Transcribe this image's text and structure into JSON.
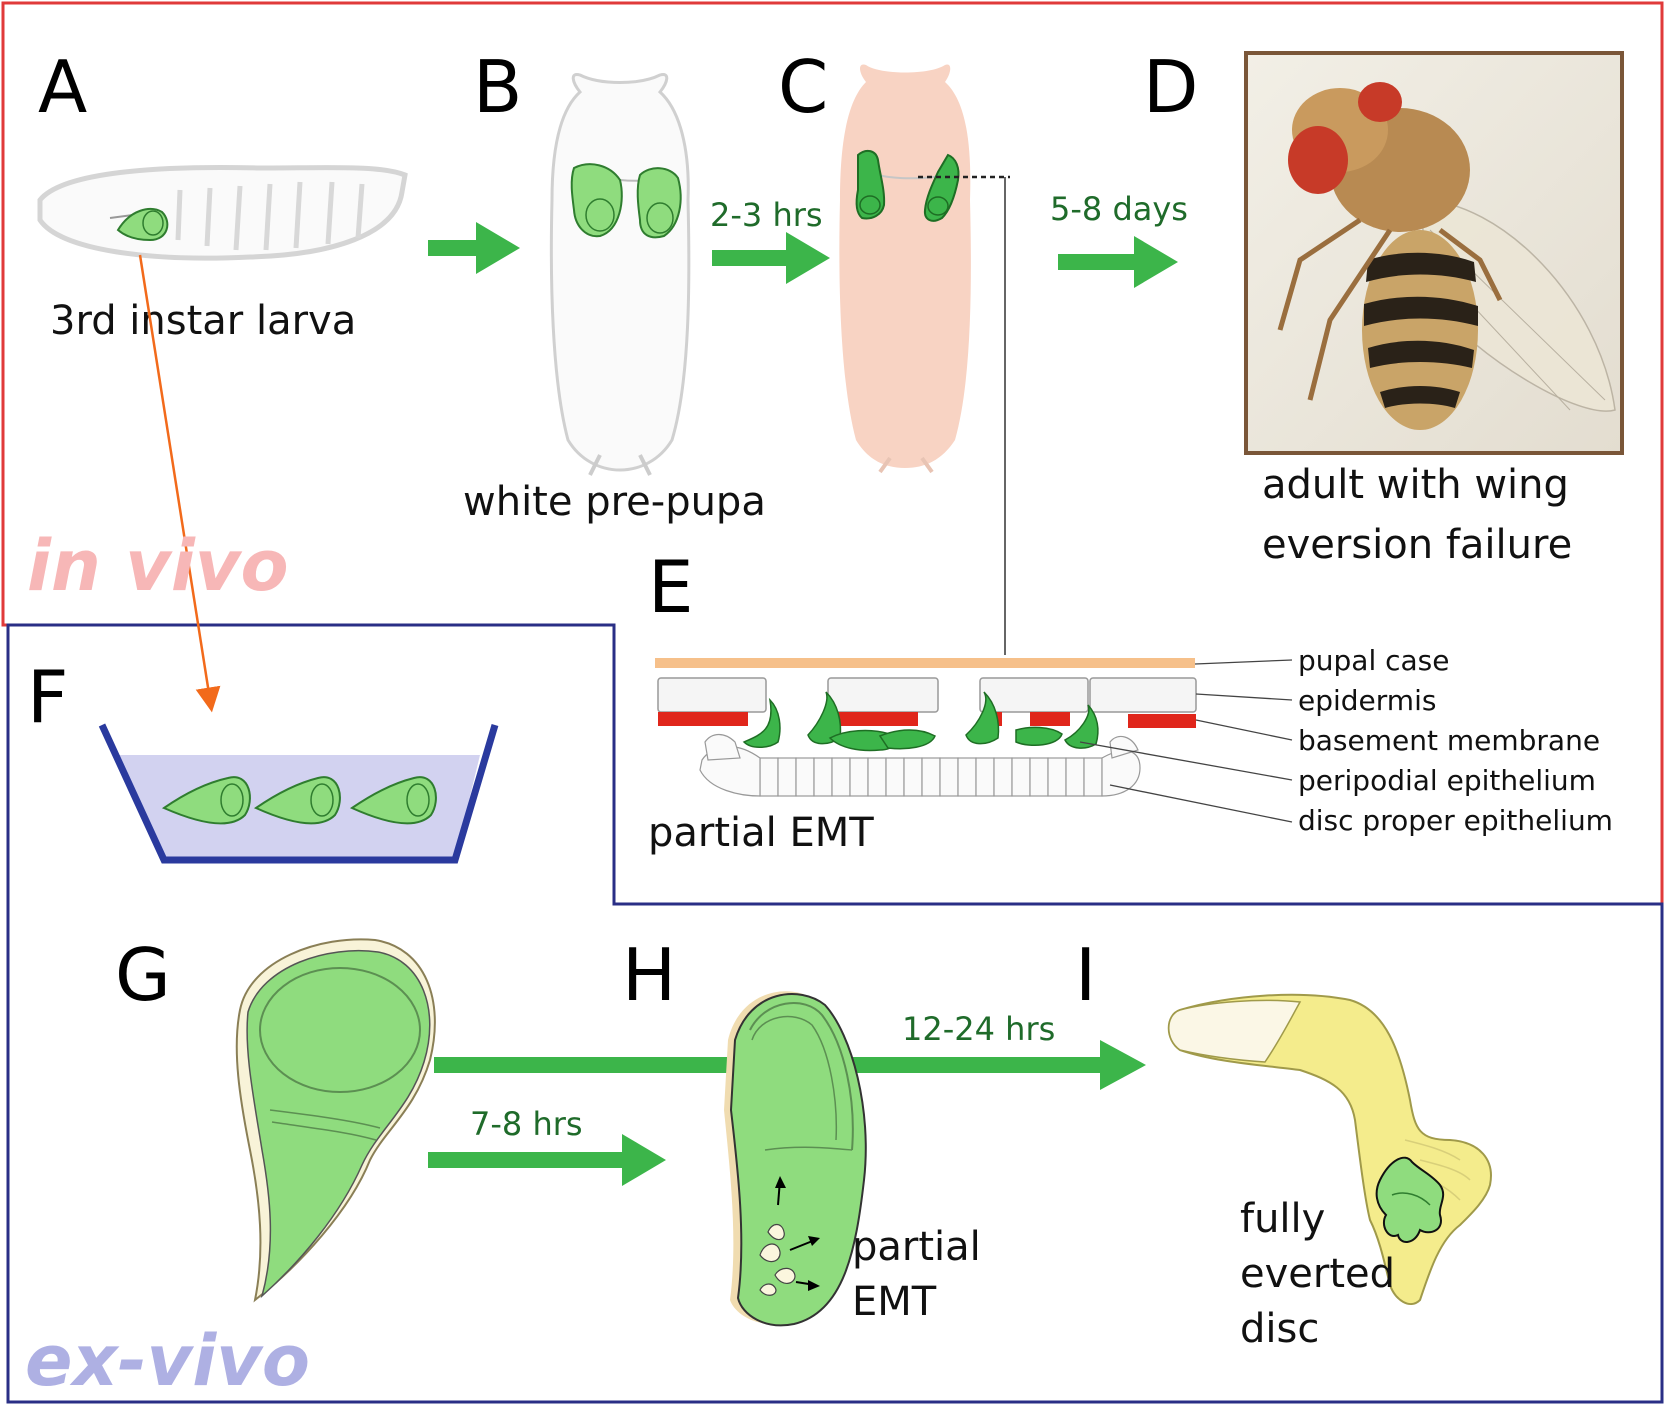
{
  "panels": {
    "A": {
      "letter": "A",
      "caption": "3rd instar larva"
    },
    "B": {
      "letter": "B",
      "caption": "white pre-pupa"
    },
    "C": {
      "letter": "C"
    },
    "D": {
      "letter": "D",
      "caption_line1": "adult with wing",
      "caption_line2": "eversion failure"
    },
    "E": {
      "letter": "E",
      "caption": "partial EMT"
    },
    "F": {
      "letter": "F"
    },
    "G": {
      "letter": "G"
    },
    "H": {
      "letter": "H",
      "caption_line1": "partial",
      "caption_line2": "EMT"
    },
    "I": {
      "letter": "I",
      "caption_line1": "fully",
      "caption_line2": "everted",
      "caption_line3": "disc"
    }
  },
  "timings": {
    "b_to_c": "2-3 hrs",
    "c_to_d": "5-8 days",
    "g_to_h": "7-8 hrs",
    "g_to_i": "12-24 hrs"
  },
  "layers": [
    "pupal case",
    "epidermis",
    "basement membrane",
    "peripodial epithelium",
    "disc proper epithelium"
  ],
  "modes": {
    "in_vivo": "in vivo",
    "ex_vivo": "ex-vivo"
  },
  "colors": {
    "in_vivo_border": "#e03a3a",
    "ex_vivo_border": "#2a2f86",
    "arrow_green": "#3cb54a",
    "disc_green": "#8fdc7e",
    "pupa_pink": "#f8d3c3",
    "pupal_case": "#f6c08a",
    "basement_red": "#e0261b",
    "orange_arrow": "#f26a1b",
    "everted_yellow": "#f4ec8c"
  }
}
